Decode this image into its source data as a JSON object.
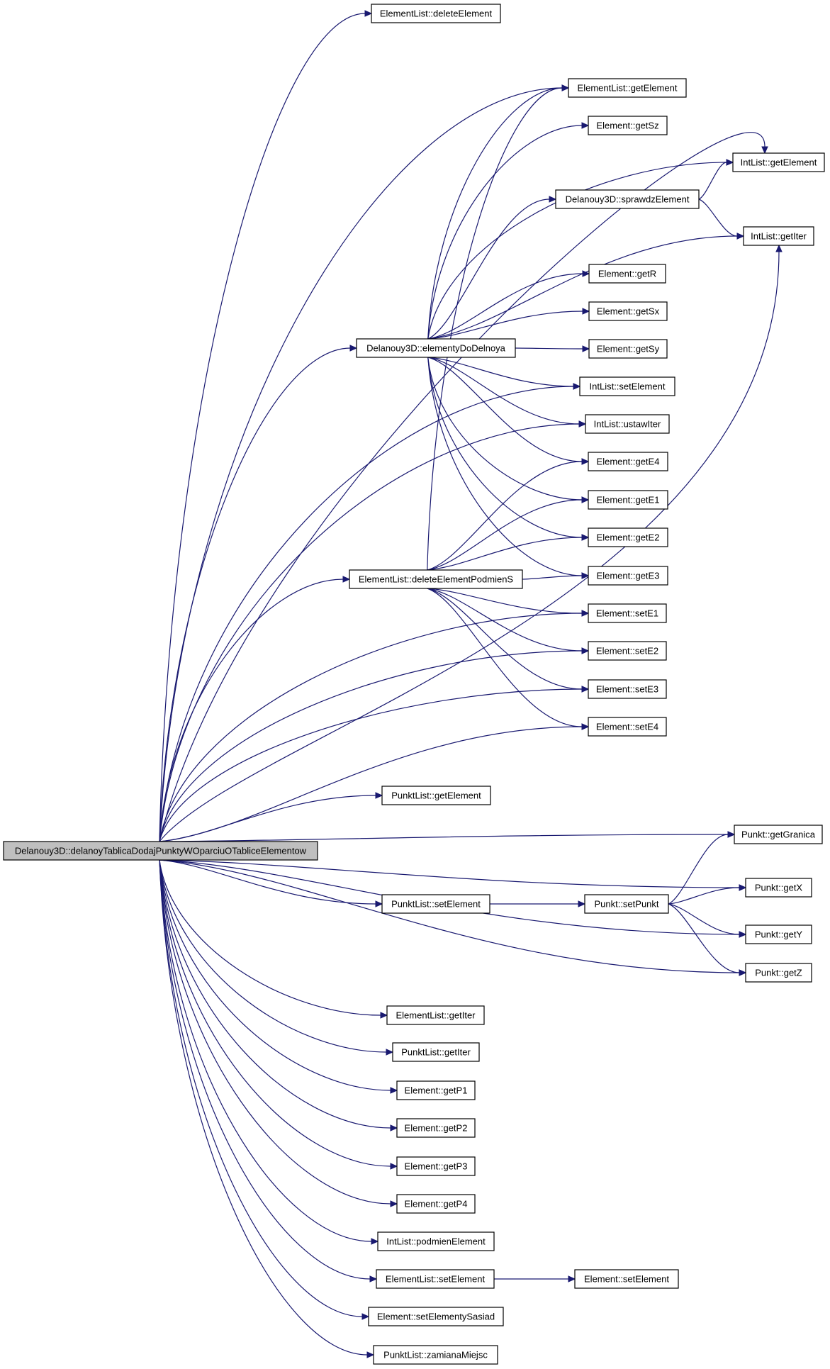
{
  "graph": {
    "nodes": [
      {
        "id": "root",
        "label": "Delanouy3D::delanoyTablicaDodajPunktyWOparciuOTabliceElementow",
        "root": true
      },
      {
        "id": "el_deleteElement",
        "label": "ElementList::deleteElement"
      },
      {
        "id": "el_getElement",
        "label": "ElementList::getElement"
      },
      {
        "id": "e_getSz",
        "label": "Element::getSz"
      },
      {
        "id": "il_getElement",
        "label": "IntList::getElement"
      },
      {
        "id": "d_sprawdz",
        "label": "Delanouy3D::sprawdzElement"
      },
      {
        "id": "il_getIter",
        "label": "IntList::getIter"
      },
      {
        "id": "e_getR",
        "label": "Element::getR"
      },
      {
        "id": "e_getSx",
        "label": "Element::getSx"
      },
      {
        "id": "d_elementy",
        "label": "Delanouy3D::elementyDoDelnoya"
      },
      {
        "id": "e_getSy",
        "label": "Element::getSy"
      },
      {
        "id": "il_setElement",
        "label": "IntList::setElement"
      },
      {
        "id": "il_ustawIter",
        "label": "IntList::ustawIter"
      },
      {
        "id": "e_getE4",
        "label": "Element::getE4"
      },
      {
        "id": "e_getE1",
        "label": "Element::getE1"
      },
      {
        "id": "e_getE2",
        "label": "Element::getE2"
      },
      {
        "id": "el_deletePodmien",
        "label": "ElementList::deleteElementPodmienS"
      },
      {
        "id": "e_getE3",
        "label": "Element::getE3"
      },
      {
        "id": "e_setE1",
        "label": "Element::setE1"
      },
      {
        "id": "e_setE2",
        "label": "Element::setE2"
      },
      {
        "id": "e_setE3",
        "label": "Element::setE3"
      },
      {
        "id": "e_setE4",
        "label": "Element::setE4"
      },
      {
        "id": "pl_getElement",
        "label": "PunktList::getElement"
      },
      {
        "id": "p_getGranica",
        "label": "Punkt::getGranica"
      },
      {
        "id": "p_getX",
        "label": "Punkt::getX"
      },
      {
        "id": "pl_setElement",
        "label": "PunktList::setElement"
      },
      {
        "id": "p_setPunkt",
        "label": "Punkt::setPunkt"
      },
      {
        "id": "p_getY",
        "label": "Punkt::getY"
      },
      {
        "id": "p_getZ",
        "label": "Punkt::getZ"
      },
      {
        "id": "el_getIter",
        "label": "ElementList::getIter"
      },
      {
        "id": "pl_getIter",
        "label": "PunktList::getIter"
      },
      {
        "id": "e_getP1",
        "label": "Element::getP1"
      },
      {
        "id": "e_getP2",
        "label": "Element::getP2"
      },
      {
        "id": "e_getP3",
        "label": "Element::getP3"
      },
      {
        "id": "e_getP4",
        "label": "Element::getP4"
      },
      {
        "id": "il_podmien",
        "label": "IntList::podmienElement"
      },
      {
        "id": "el_setElement",
        "label": "ElementList::setElement"
      },
      {
        "id": "e_setElement",
        "label": "Element::setElement"
      },
      {
        "id": "e_setSasiad",
        "label": "Element::setElementySasiad"
      },
      {
        "id": "pl_zamiana",
        "label": "PunktList::zamianaMiejsc"
      }
    ],
    "edges": [
      [
        "root",
        "el_deleteElement"
      ],
      [
        "root",
        "el_getElement"
      ],
      [
        "root",
        "il_getElement"
      ],
      [
        "root",
        "d_elementy"
      ],
      [
        "root",
        "il_setElement"
      ],
      [
        "root",
        "il_ustawIter"
      ],
      [
        "root",
        "el_deletePodmien"
      ],
      [
        "root",
        "e_setE1"
      ],
      [
        "root",
        "e_setE2"
      ],
      [
        "root",
        "e_setE3"
      ],
      [
        "root",
        "e_setE4"
      ],
      [
        "root",
        "il_getIter"
      ],
      [
        "root",
        "pl_getElement"
      ],
      [
        "root",
        "p_getGranica"
      ],
      [
        "root",
        "p_getX"
      ],
      [
        "root",
        "pl_setElement"
      ],
      [
        "root",
        "p_getY"
      ],
      [
        "root",
        "p_getZ"
      ],
      [
        "root",
        "el_getIter"
      ],
      [
        "root",
        "pl_getIter"
      ],
      [
        "root",
        "e_getP1"
      ],
      [
        "root",
        "e_getP2"
      ],
      [
        "root",
        "e_getP3"
      ],
      [
        "root",
        "e_getP4"
      ],
      [
        "root",
        "il_podmien"
      ],
      [
        "root",
        "el_setElement"
      ],
      [
        "root",
        "e_setSasiad"
      ],
      [
        "root",
        "pl_zamiana"
      ],
      [
        "d_elementy",
        "el_getElement"
      ],
      [
        "d_elementy",
        "e_getSz"
      ],
      [
        "d_elementy",
        "il_getElement"
      ],
      [
        "d_elementy",
        "d_sprawdz"
      ],
      [
        "d_elementy",
        "il_getIter"
      ],
      [
        "d_elementy",
        "e_getR"
      ],
      [
        "d_elementy",
        "e_getSx"
      ],
      [
        "d_elementy",
        "e_getSy"
      ],
      [
        "d_elementy",
        "il_setElement"
      ],
      [
        "d_elementy",
        "il_ustawIter"
      ],
      [
        "d_elementy",
        "e_getE4"
      ],
      [
        "d_elementy",
        "e_getE1"
      ],
      [
        "d_elementy",
        "e_getE2"
      ],
      [
        "d_elementy",
        "e_getE3"
      ],
      [
        "d_sprawdz",
        "il_getElement"
      ],
      [
        "d_sprawdz",
        "il_getIter"
      ],
      [
        "el_deletePodmien",
        "el_getElement"
      ],
      [
        "el_deletePodmien",
        "e_getE4"
      ],
      [
        "el_deletePodmien",
        "e_getE1"
      ],
      [
        "el_deletePodmien",
        "e_getE2"
      ],
      [
        "el_deletePodmien",
        "e_getE3"
      ],
      [
        "el_deletePodmien",
        "e_setE1"
      ],
      [
        "el_deletePodmien",
        "e_setE2"
      ],
      [
        "el_deletePodmien",
        "e_setE3"
      ],
      [
        "el_deletePodmien",
        "e_setE4"
      ],
      [
        "pl_setElement",
        "p_setPunkt"
      ],
      [
        "p_setPunkt",
        "p_getGranica"
      ],
      [
        "p_setPunkt",
        "p_getX"
      ],
      [
        "p_setPunkt",
        "p_getY"
      ],
      [
        "p_setPunkt",
        "p_getZ"
      ],
      [
        "el_setElement",
        "e_setElement"
      ]
    ],
    "colors": {
      "edge": "#191970",
      "root_fill": "#bfbfbf",
      "node_fill": "#ffffff",
      "node_stroke": "#000000"
    }
  }
}
